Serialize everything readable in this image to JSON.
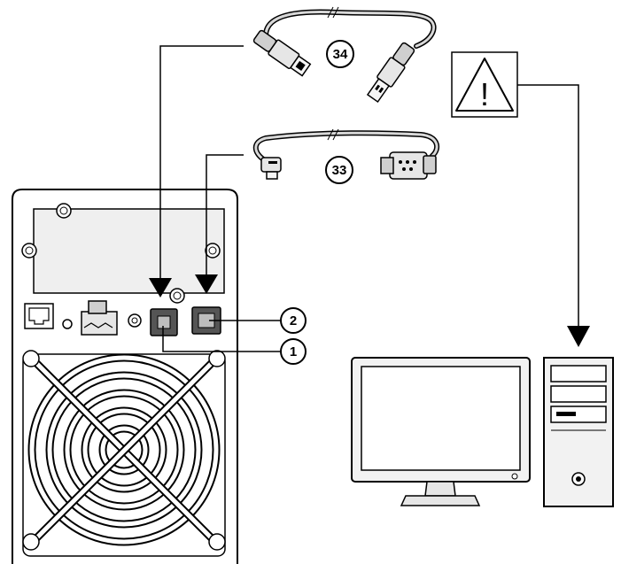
{
  "callouts": {
    "usb_cable": "34",
    "serial_cable": "33",
    "port_2": "2",
    "port_1": "1"
  },
  "warning": {
    "icon": "warning-triangle-icon",
    "symbol": "!"
  },
  "colors": {
    "ink": "#000000",
    "panel_fill": "#f2f2f2",
    "dark_fill": "#1a1a1a",
    "port_fill": "#555555"
  }
}
